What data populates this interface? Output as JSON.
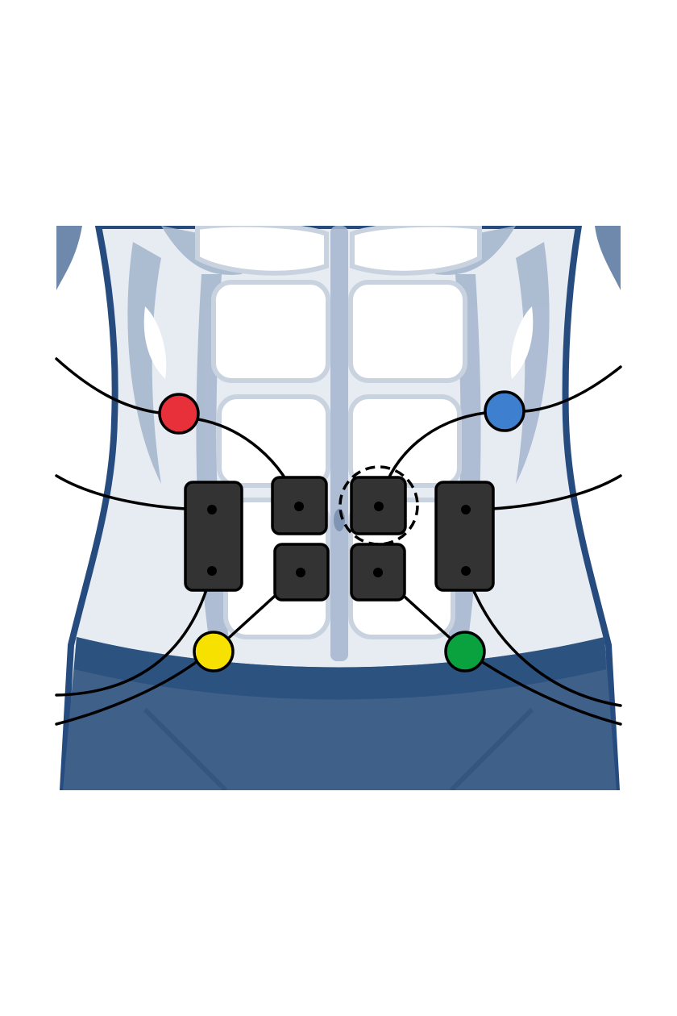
{
  "diagram": {
    "colors": {
      "skin": "#e7ecf3",
      "muscle": "#a3b5cc",
      "outline": "#264b7e",
      "shorts": "#3e6089",
      "waistband": "#2c5280",
      "pad": "#333333"
    },
    "electrodes": [
      {
        "name": "red-electrode",
        "color": "#e8303a"
      },
      {
        "name": "blue-electrode",
        "color": "#3f7fd0"
      },
      {
        "name": "yellow-electrode",
        "color": "#f7e100"
      },
      {
        "name": "green-electrode",
        "color": "#0aa23e"
      }
    ]
  }
}
